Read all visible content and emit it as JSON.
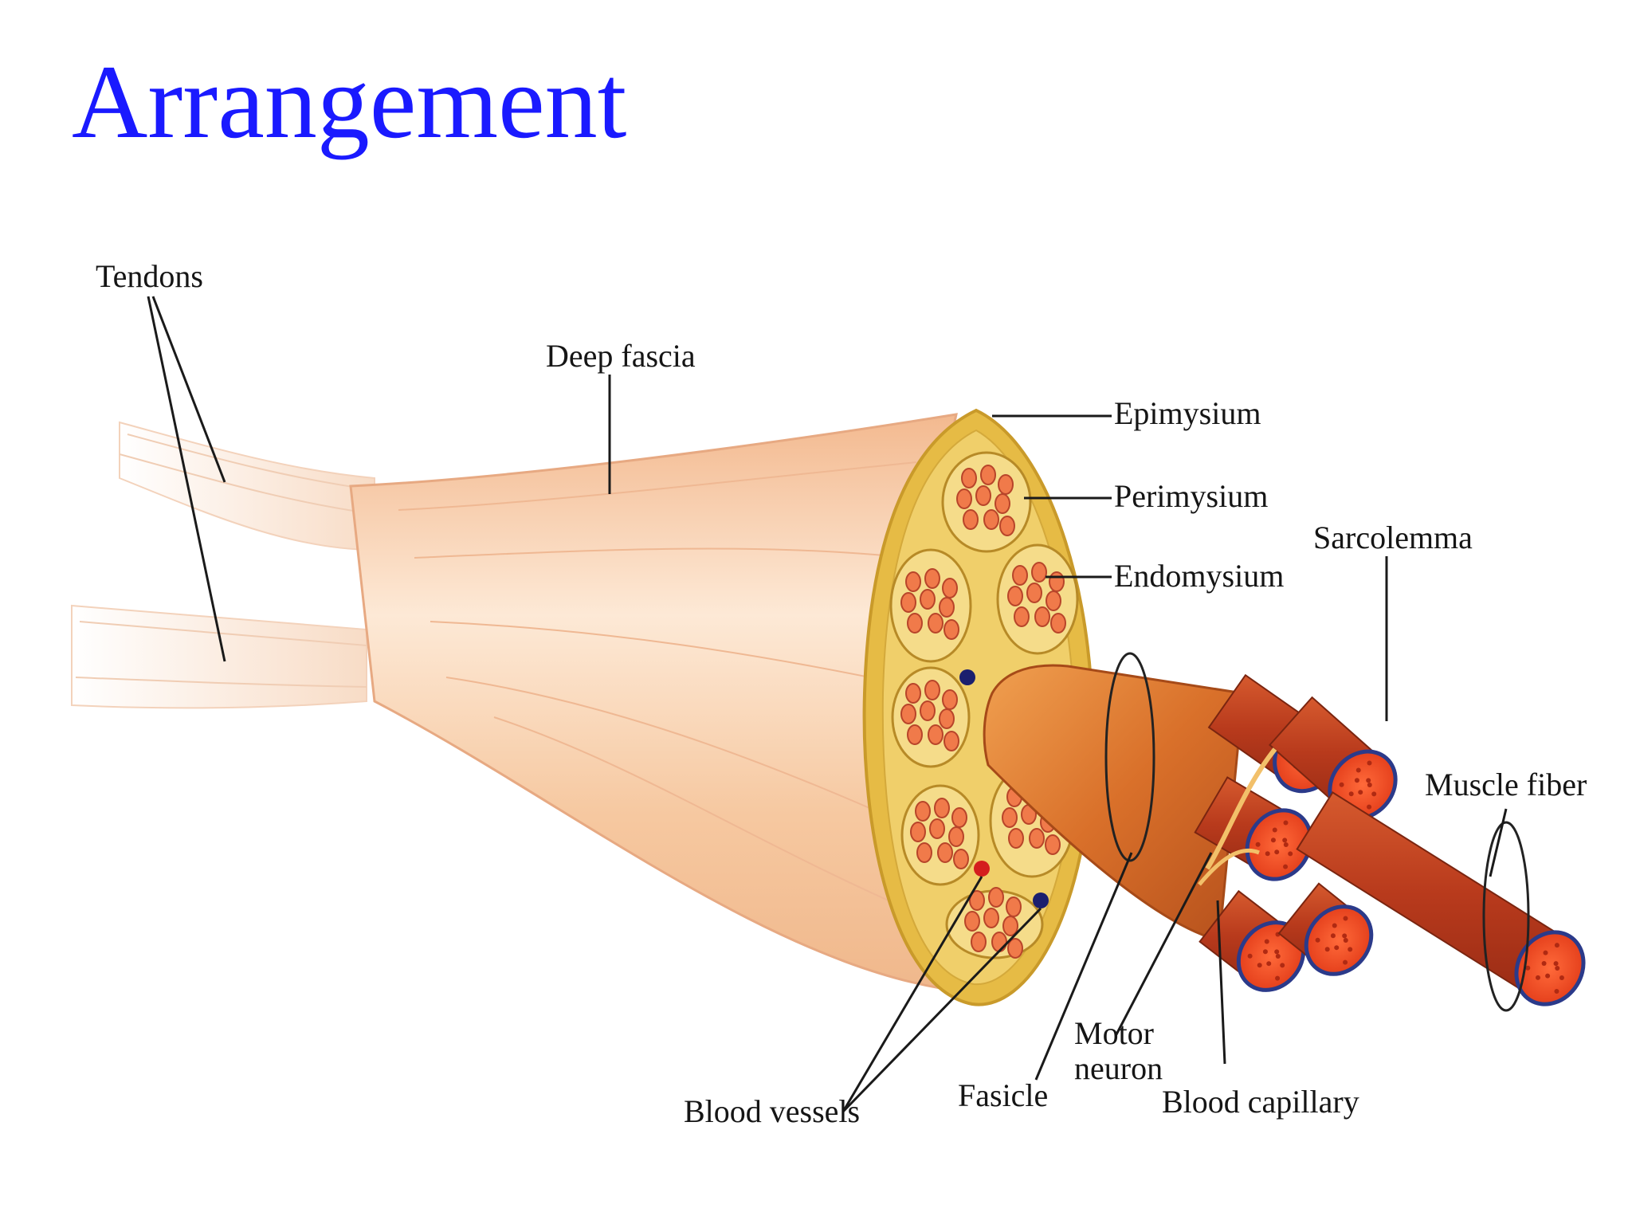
{
  "slide": {
    "title": "Arrangement",
    "title_color": "#1a1aff"
  },
  "diagram": {
    "labels": {
      "tendons": "Tendons",
      "deep_fascia": "Deep fascia",
      "epimysium": "Epimysium",
      "perimysium": "Perimysium",
      "endomysium": "Endomysium",
      "sarcolemma": "Sarcolemma",
      "muscle_fiber": "Muscle fiber",
      "blood_vessels": "Blood vessels",
      "fasicle": "Fasicle",
      "motor_neuron_line1": "Motor",
      "motor_neuron_line2": "neuron",
      "blood_capillary": "Blood capillary"
    },
    "colors": {
      "muscle_belly": "#f7c79f",
      "tendon": "#fbe7d8",
      "cross_section": "#e9c04e",
      "fascicle_fill": "#f5dc8a",
      "fiber_red": "#e8451f",
      "fiber_body": "#c9401f",
      "sarcolemma_ring": "#2b3a8a",
      "vein": "#1b1f6e",
      "artery": "#d41e1e"
    }
  }
}
